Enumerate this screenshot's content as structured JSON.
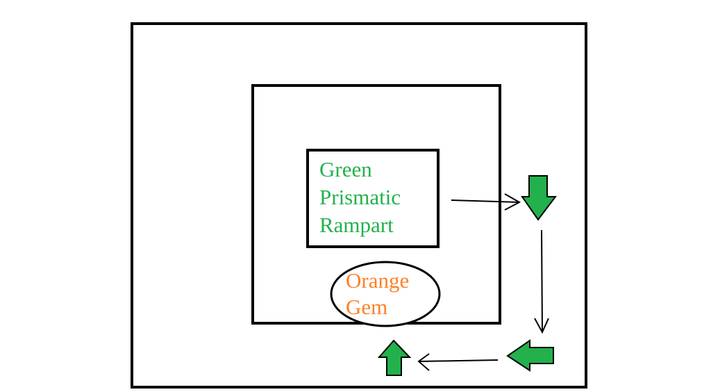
{
  "diagram": {
    "inner_label": {
      "lines": [
        "Green",
        "Prismatic",
        "Rampart"
      ],
      "color": "#22b14c"
    },
    "oval_label": {
      "lines": [
        "Orange",
        "Gem"
      ],
      "color": "#ff7f27"
    },
    "arrow_fill_color": "#22b14c",
    "line_color": "#000000",
    "flow": [
      {
        "type": "line-arrow",
        "direction": "right"
      },
      {
        "type": "block-arrow",
        "direction": "down"
      },
      {
        "type": "line-arrow",
        "direction": "down"
      },
      {
        "type": "block-arrow",
        "direction": "left"
      },
      {
        "type": "line-arrow",
        "direction": "left"
      },
      {
        "type": "block-arrow",
        "direction": "up"
      }
    ]
  }
}
